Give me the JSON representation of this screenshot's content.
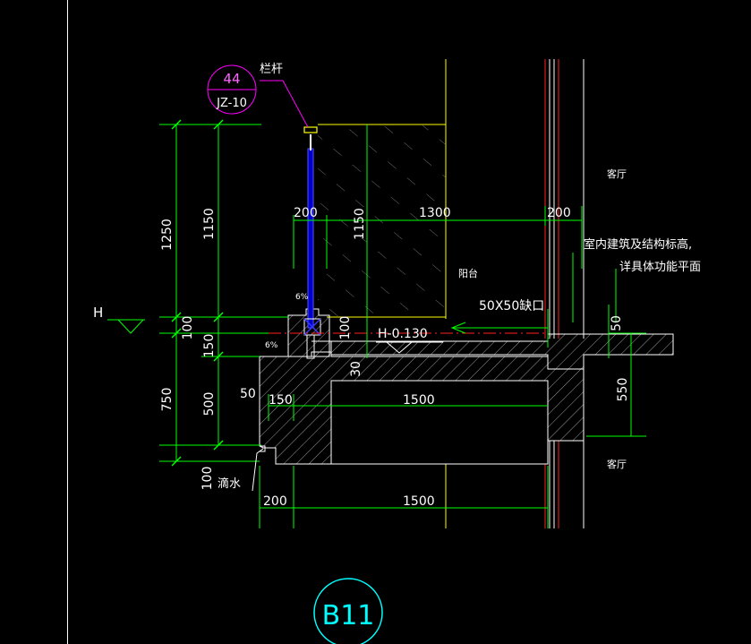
{
  "title_mark": {
    "label": "B11",
    "color": "#00ffff"
  },
  "detail_callout": {
    "number": "44",
    "ref": "JZ-10",
    "color": "#ff00ff"
  },
  "labels": {
    "railing": "栏杆",
    "living_room_upper": "客厅",
    "living_room_lower": "客厅",
    "balcony": "阳台",
    "note_line1": "室内建筑及结构标高,",
    "note_line2": "详具体功能平面",
    "notch": "50X50缺口",
    "level": "H-0.130",
    "drip": "滴水",
    "slope_top": "6%",
    "slope_bottom": "6%",
    "h_marker": "H"
  },
  "dimensions": {
    "left_outer": [
      "1250",
      "100",
      "750",
      "100"
    ],
    "left_inner": [
      "1150",
      "150",
      "500"
    ],
    "right_550": "550",
    "right_50": "50",
    "top_200_left": "200",
    "top_1300": "1300",
    "top_200_right": "200",
    "mid_1150": "1150",
    "mid_100": "100",
    "mid_30": "30",
    "mid_50": "50",
    "mid_150": "150",
    "mid_1500": "1500",
    "bottom_200": "200",
    "bottom_1500": "1500"
  },
  "colors": {
    "dimension": "#00ff00",
    "outline": "#ffffff",
    "wall_yellow": "#ffff00",
    "railing_blue": "#3a3aff",
    "red_axis": "#ff2020",
    "hatch": "#bfbfbf",
    "text": "#ffffff"
  }
}
